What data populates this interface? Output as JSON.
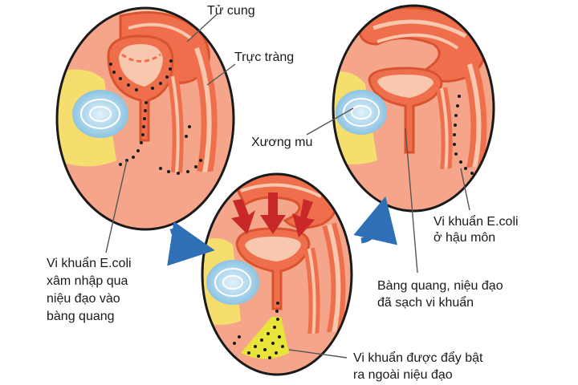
{
  "labels": {
    "uterus": "Tử cung",
    "rectum": "Trực tràng",
    "pubic_bone": "Xương mu",
    "ecoli_anus": [
      "Vi khuẩn E.coli",
      "ở hậu môn"
    ],
    "ecoli_entry": [
      "Vi khuẩn E.coli",
      "xâm nhập qua",
      "niệu đạo vào",
      "bàng quang"
    ],
    "bladder_clean": [
      "Bàng quang, niệu đạo",
      "đã sạch vi khuẩn"
    ],
    "bacteria_flushed": [
      "Vi khuẩn được đẩy bật",
      "ra ngoài niệu đạo"
    ]
  },
  "colors": {
    "tissue_outer": "#f4a58a",
    "tissue_inner": "#f7c7ae",
    "muscle": "#ef6f4d",
    "muscle_dark": "#d9532f",
    "bone": "#a7d3ea",
    "bone_ring": "#e4f3fb",
    "fat": "#f5dd6e",
    "bacteria": "#1a1a1a",
    "bacteria_zone": "#e8e43a",
    "arrow_blue": "#2f6fb5",
    "arrow_red": "#c9282a",
    "leader_line": "#555555"
  },
  "panels": [
    "infected",
    "cleaned",
    "flushing"
  ]
}
